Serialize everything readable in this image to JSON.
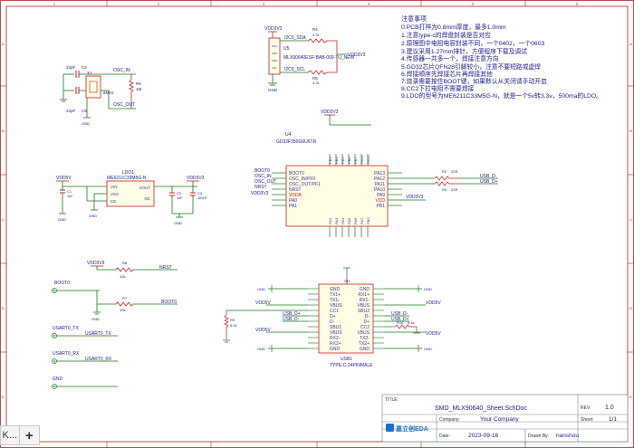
{
  "notes": {
    "title": "注意事项",
    "lines": [
      "0.PCB打样为0.8mm厚度，最多1.0mm",
      "1.注意type-c的焊盘封装是否对应",
      "2.原理图中电阻电容封装不同，一个0402，一个0603",
      "3.建议采用1.27mm排针，方便程序下载及调试",
      "4.传感器一共多一个，焊接注意方向",
      "5.GD32芯片QFN28引脚较小，注意不要短路或虚焊",
      "6.焊接顺序先焊接芯片再焊接其他",
      "7.烧录需要按住BOOT键，如果默认从关闭请手动开启",
      "8.CC2下拉电阻不需要焊接",
      "9.LDO的型号为ME6211C33M5G-N，就是一个5v转3.3v，500ma的LDO。"
    ]
  },
  "sensor": {
    "ref": "U5",
    "part": "MLX90640ESF-BAB-000-TU_NEW",
    "vdd": "VDD3V3",
    "gnd": "GND",
    "sda": "I2C0_SDA",
    "scl": "I2C0_SCL",
    "r1": "R4",
    "r1v": "4.7k",
    "r2": "R5",
    "r2v": "4.7k",
    "pins": [
      "SDA",
      "VDD",
      "GND",
      "SCL"
    ]
  },
  "crystal": {
    "c1": "22pF",
    "c2": "22pF",
    "c1ref": "C4",
    "c2ref": "C5",
    "xtal": "8MHz",
    "xref": "X1",
    "rref": "R6",
    "rval": "1M",
    "osc_in": "OSC_IN",
    "osc_out": "OSC_OUT",
    "gnd": "GND"
  },
  "ldo": {
    "ref": "LDO1",
    "part": "ME6211C33M5G-N",
    "in_net": "VDD5V",
    "out_net": "VDD3V3",
    "pins_left": [
      "VIN",
      "VSS",
      "CE"
    ],
    "pins_right": [
      "VOUT",
      "NC"
    ],
    "caps": [
      "C1",
      "C2",
      "C3"
    ],
    "cap_vals": [
      "1uF",
      "1uF",
      "100nF"
    ],
    "gnd": "GND"
  },
  "mcu": {
    "ref": "U4",
    "part": "GD32F350G6U6TR",
    "top_net": "VDD3V3",
    "pins_left": [
      "BOOT0",
      "OSC_IN/PF0",
      "OSC_OUT/PF1",
      "NRST",
      "VDDA",
      "PA0",
      "PA1"
    ],
    "pins_right": [
      "PA13",
      "PA12",
      "PA11",
      "PA10",
      "PA9",
      "VDD",
      "PB1"
    ],
    "pins_top": [
      "PB3",
      "PB4",
      "PB5",
      "PB6",
      "PB7",
      "PA14",
      "PA15"
    ],
    "pins_bottom": [
      "PA2",
      "PA3",
      "PA4",
      "PA5",
      "PA6",
      "PA7",
      "PB0"
    ],
    "left_nets": [
      "BOOT0",
      "OSC_IN",
      "OSC_OUT",
      "NRST",
      "VDD3V3"
    ],
    "usb_dm": "USB_D-",
    "usb_dp": "USB_D+",
    "r_dm": "R2",
    "r_dp": "R3",
    "r_val": "22R",
    "right_net": "VDD3V3"
  },
  "reset": {
    "vdd": "VDD3V3",
    "res": "R8",
    "res_val": "10k",
    "net": "NRST"
  },
  "boot": {
    "res": "R7",
    "res_val": "10k",
    "net": "BOOT0",
    "gnd": "GND"
  },
  "testpoints": [
    {
      "label": "BOOT0",
      "net": ""
    },
    {
      "label": "USART0_TX",
      "net": "USART0_TX"
    },
    {
      "label": "USART0_RX",
      "net": "USART0_RX"
    },
    {
      "label": "GND",
      "net": ""
    }
  ],
  "usb": {
    "ref": "USB1",
    "part": "TYPE-C-24PINMALE",
    "left_pins": [
      "GND",
      "TX1+",
      "TX1-",
      "VBUS",
      "CC1",
      "D+",
      "D-",
      "SBU1",
      "VBUS",
      "RX2-",
      "RX2+",
      "GND"
    ],
    "right_pins": [
      "GND",
      "RX1+",
      "RX1-",
      "VBUS",
      "SBU2",
      "D-",
      "D+",
      "CC2",
      "VBUS",
      "TX2-",
      "TX2+",
      "GND"
    ],
    "left_nets": [
      "GND",
      "VDD5V",
      "USB_D+",
      "USB_D-",
      "VDD5V",
      "GND"
    ],
    "right_nets": [
      "GND",
      "VDD5V",
      "USB_D-",
      "USB_D+",
      "VDD5V",
      "GND"
    ],
    "r_cc1": "R9",
    "r_cc1_val": "5.1k",
    "r_cc2": "R10",
    "r_cc2_val": "5.1k",
    "shell": "SH"
  },
  "title_block": {
    "title_label": "TITLE:",
    "title": "SMD_MLX90640_Sheet.SchDoc",
    "rev_label": "REV:",
    "rev": "1.0",
    "company_label": "Company:",
    "company": "Your Company",
    "sheet_label": "Sheet:",
    "sheet": "1/1",
    "date_label": "Date:",
    "date": "2023-09-16",
    "drawn_label": "Drawn By:",
    "drawn": "nanshou",
    "logo": "嘉立创EDA"
  },
  "frame": {
    "cols": [
      "1",
      "2",
      "3",
      "4",
      "5",
      "6"
    ],
    "rows": [
      "A",
      "B",
      "C",
      "D",
      "E"
    ]
  },
  "ui": {
    "zoom_left": "K...",
    "zoom_plus": "+"
  },
  "colors": {
    "wire": "#1a7a1a",
    "part": "#c8201f",
    "net": "#1b1b8f",
    "frame": "#b22222",
    "pin": "#3a3a9a"
  }
}
